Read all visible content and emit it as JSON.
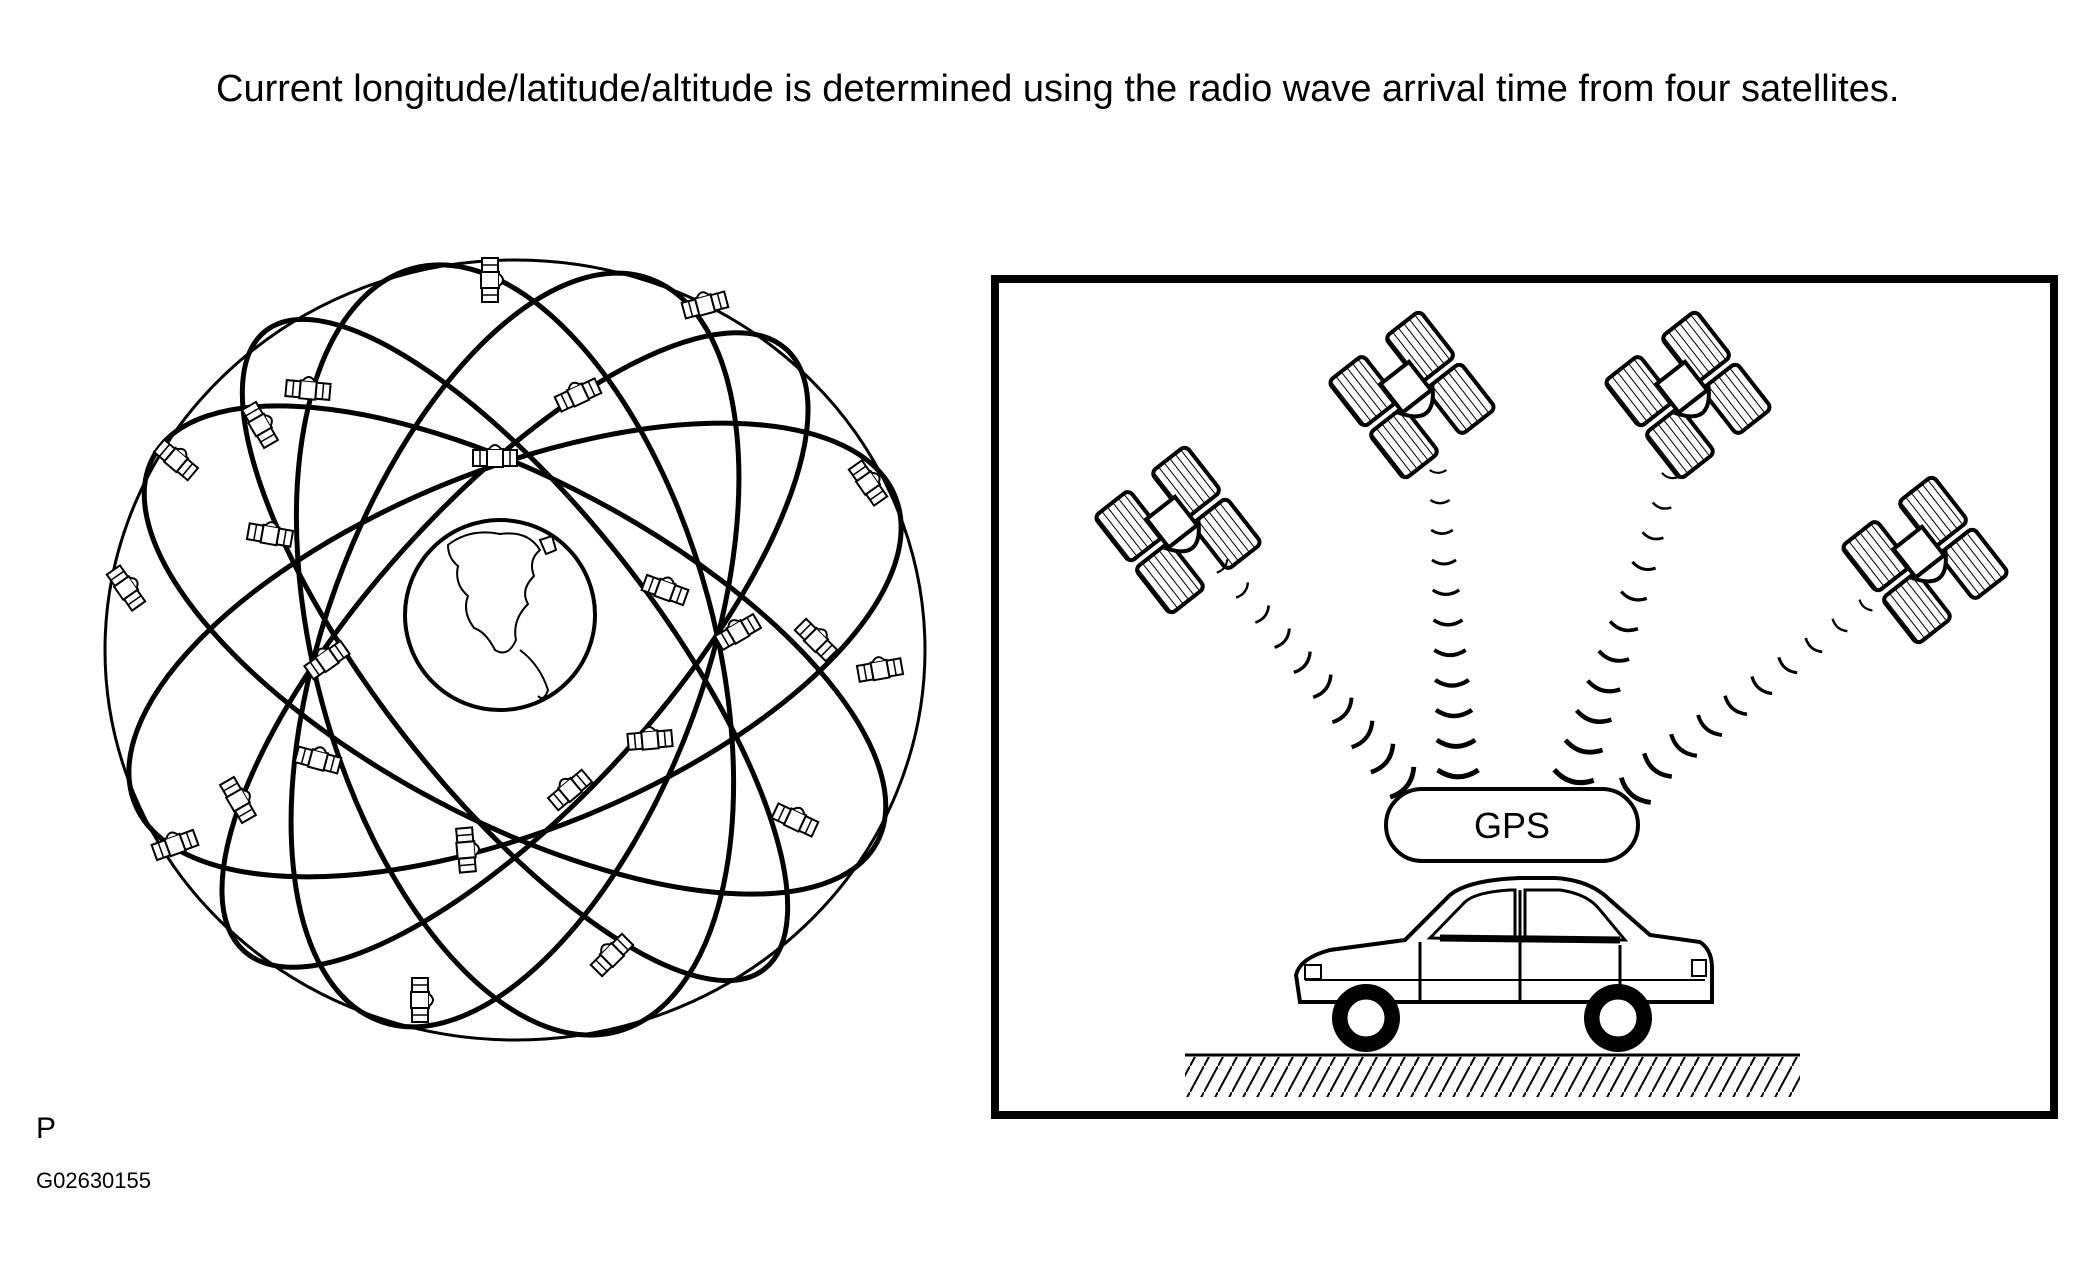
{
  "caption": "Current longitude/latitude/altitude is determined using the radio wave arrival time from four satellites.",
  "gps_label": "GPS",
  "corner_letter": "P",
  "figure_code": "G02630155",
  "icons": {
    "constellation": "satellite-orbit-globe-icon",
    "earth": "earth-icon",
    "satellite": "satellite-icon",
    "car": "car-icon",
    "receiver": "gps-receiver-icon",
    "ground": "ground-hatch-icon"
  },
  "colors": {
    "ink": "#000000",
    "paper": "#ffffff"
  }
}
